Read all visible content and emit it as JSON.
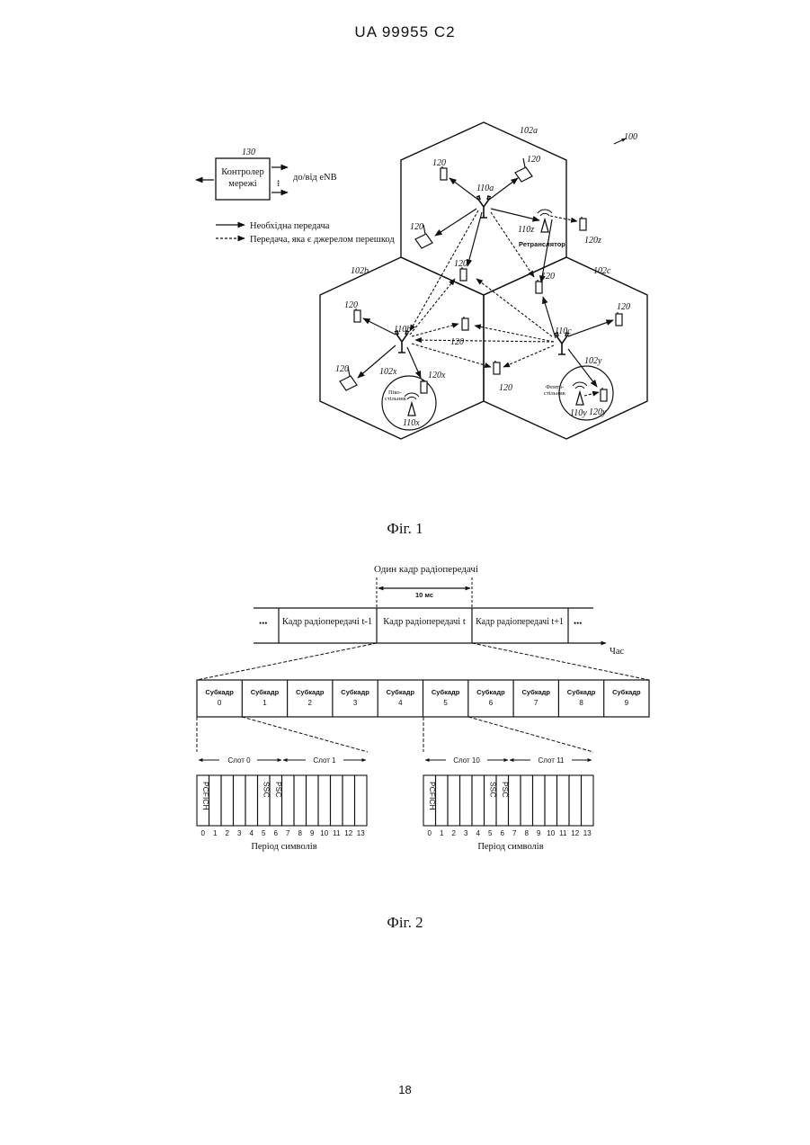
{
  "header": {
    "patent_no": "UA   99955   C2"
  },
  "page_number": "18",
  "fig1": {
    "caption": "Фіг. 1",
    "system_label": "100",
    "controller": {
      "ref": "130",
      "label_line1": "Контролер",
      "label_line2": "мережі",
      "link_label": "до/від eNB",
      "dots": "•••"
    },
    "legend": {
      "desired": "Необхідна передача",
      "interfering": "Передача, яка є джерелом перешкод"
    },
    "cells": {
      "a": "102a",
      "b": "102b",
      "c": "102c",
      "x": "102x",
      "y": "102y"
    },
    "base_stations": {
      "a": "110a",
      "b": "110b",
      "c": "110c",
      "x": "110x",
      "y": "110y",
      "z": "110z"
    },
    "ue_label": "120",
    "ue_special": {
      "x": "120x",
      "y": "120y",
      "z": "120z"
    },
    "relay_label": "Ретранслятор",
    "pico_label": [
      "Піко-",
      "стільник"
    ],
    "femto_label": [
      "Фемто-",
      "стільник"
    ]
  },
  "fig2": {
    "caption": "Фіг. 2",
    "one_frame_label": "Один кадр радіопередачі",
    "duration_label": "10 мс",
    "frames": [
      "Кадр радіопередачі t-1",
      "Кадр радіопередачі t",
      "Кадр радіопередачі t+1"
    ],
    "ellipsis": "•••",
    "time_label": "Час",
    "subframe_word": "Субкадр",
    "subframe_numbers": [
      "0",
      "1",
      "2",
      "3",
      "4",
      "5",
      "6",
      "7",
      "8",
      "9"
    ],
    "slots_left": [
      "Слот 0",
      "Слот 1"
    ],
    "slots_right": [
      "Слот 10",
      "Слот 11"
    ],
    "symbol_numbers": [
      "0",
      "1",
      "2",
      "3",
      "4",
      "5",
      "6",
      "7",
      "8",
      "9",
      "10",
      "11",
      "12",
      "13"
    ],
    "symbol_period_label": "Період символів",
    "channel_labels": {
      "pcfich": "PCFICH",
      "ssc": "SSC",
      "psc": "PSC"
    }
  }
}
